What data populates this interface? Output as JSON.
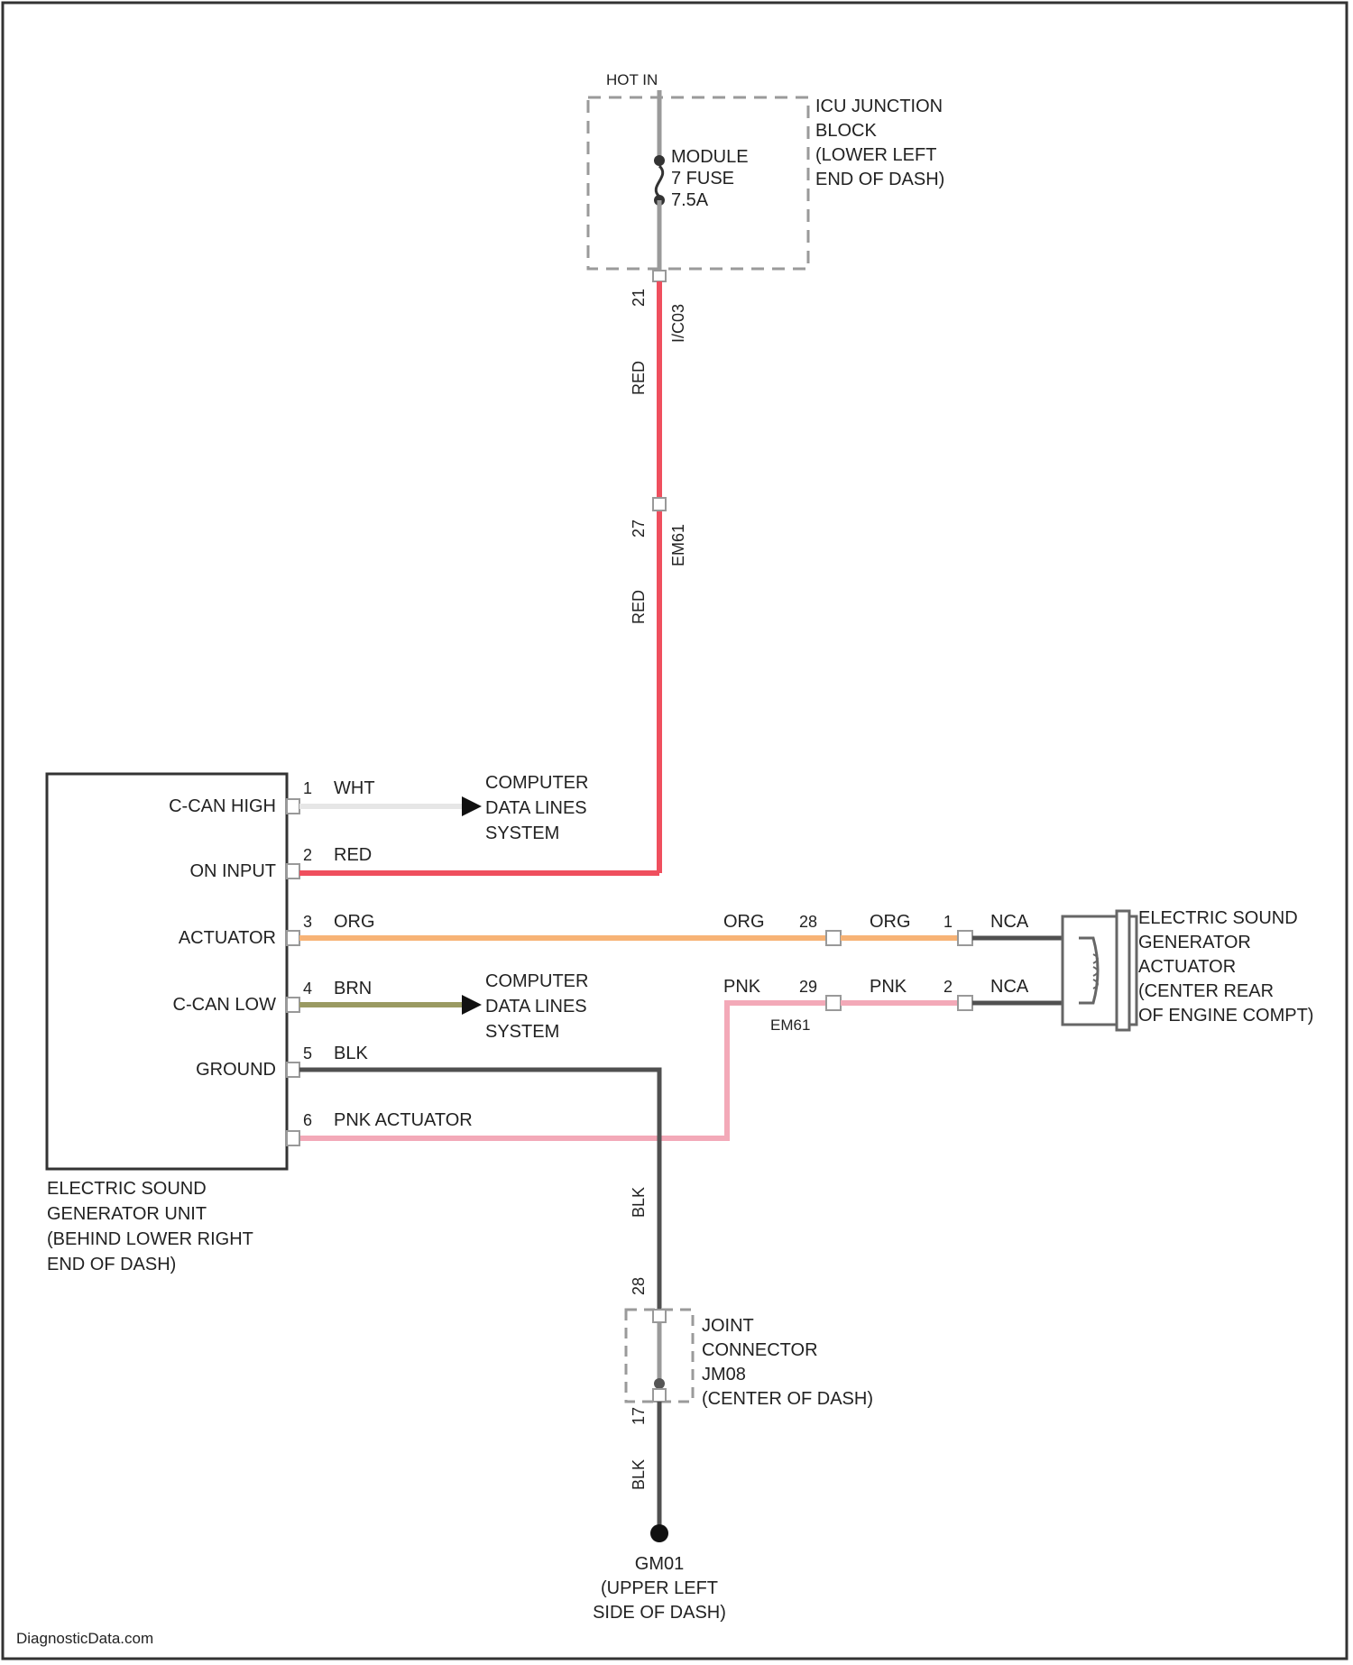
{
  "source": {
    "hot_in": "HOT IN"
  },
  "icu_block": {
    "fuse_label": [
      "MODULE",
      "7 FUSE",
      "7.5A"
    ],
    "title_lines": [
      "ICU JUNCTION",
      "BLOCK",
      "(LOWER LEFT",
      "END OF DASH)"
    ],
    "pin": "21",
    "connector": "I/C03"
  },
  "red_wire": {
    "upper_color": "RED",
    "splice_pin": "27",
    "splice_connector": "EM61",
    "lower_color": "RED"
  },
  "unit": {
    "pins": [
      {
        "name": "C-CAN HIGH",
        "num": "1",
        "color": "WHT"
      },
      {
        "name": "ON INPUT",
        "num": "2",
        "color": "RED"
      },
      {
        "name": "ACTUATOR",
        "num": "3",
        "color": "ORG"
      },
      {
        "name": "C-CAN LOW",
        "num": "4",
        "color": "BRN"
      },
      {
        "name": "GROUND",
        "num": "5",
        "color": "BLK"
      },
      {
        "name": "",
        "num": "6",
        "color": "PNK ACTUATOR"
      }
    ],
    "title_lines": [
      "ELECTRIC SOUND",
      "GENERATOR UNIT",
      "(BEHIND LOWER RIGHT",
      "END OF DASH)"
    ]
  },
  "data_lines": {
    "top": [
      "COMPUTER",
      "DATA LINES",
      "SYSTEM"
    ],
    "bottom": [
      "COMPUTER",
      "DATA LINES",
      "SYSTEM"
    ]
  },
  "actuator_side": {
    "orange_left_color": "ORG",
    "orange_pin": "28",
    "orange_right_color": "ORG",
    "pink_left_color": "PNK",
    "pink_pin": "29",
    "pink_right_color": "PNK",
    "connector": "EM61",
    "act_pin1": "1",
    "act_pin2": "2",
    "nca1": "NCA",
    "nca2": "NCA",
    "title_lines": [
      "ELECTRIC SOUND",
      "GENERATOR",
      "ACTUATOR",
      "(CENTER REAR",
      "OF ENGINE COMPT)"
    ]
  },
  "ground": {
    "wire_color_upper": "BLK",
    "joint_pin_top": "28",
    "joint_pin_bottom": "17",
    "joint_label": [
      "JOINT",
      "CONNECTOR",
      "JM08",
      "(CENTER OF DASH)"
    ],
    "wire_color_lower": "BLK",
    "ground_label": [
      "GM01",
      "(UPPER LEFT",
      "SIDE OF DASH)"
    ]
  },
  "footer": {
    "watermark": "DiagnosticData.com"
  },
  "colors": {
    "red": "#ef4f5e",
    "orange": "#f7b376",
    "brown": "#9a9a62",
    "white_wire": "#e6e6e6",
    "black": "#505050",
    "pink": "#f3a9b8",
    "border": "#333333",
    "dash": "#9a9a9a"
  }
}
